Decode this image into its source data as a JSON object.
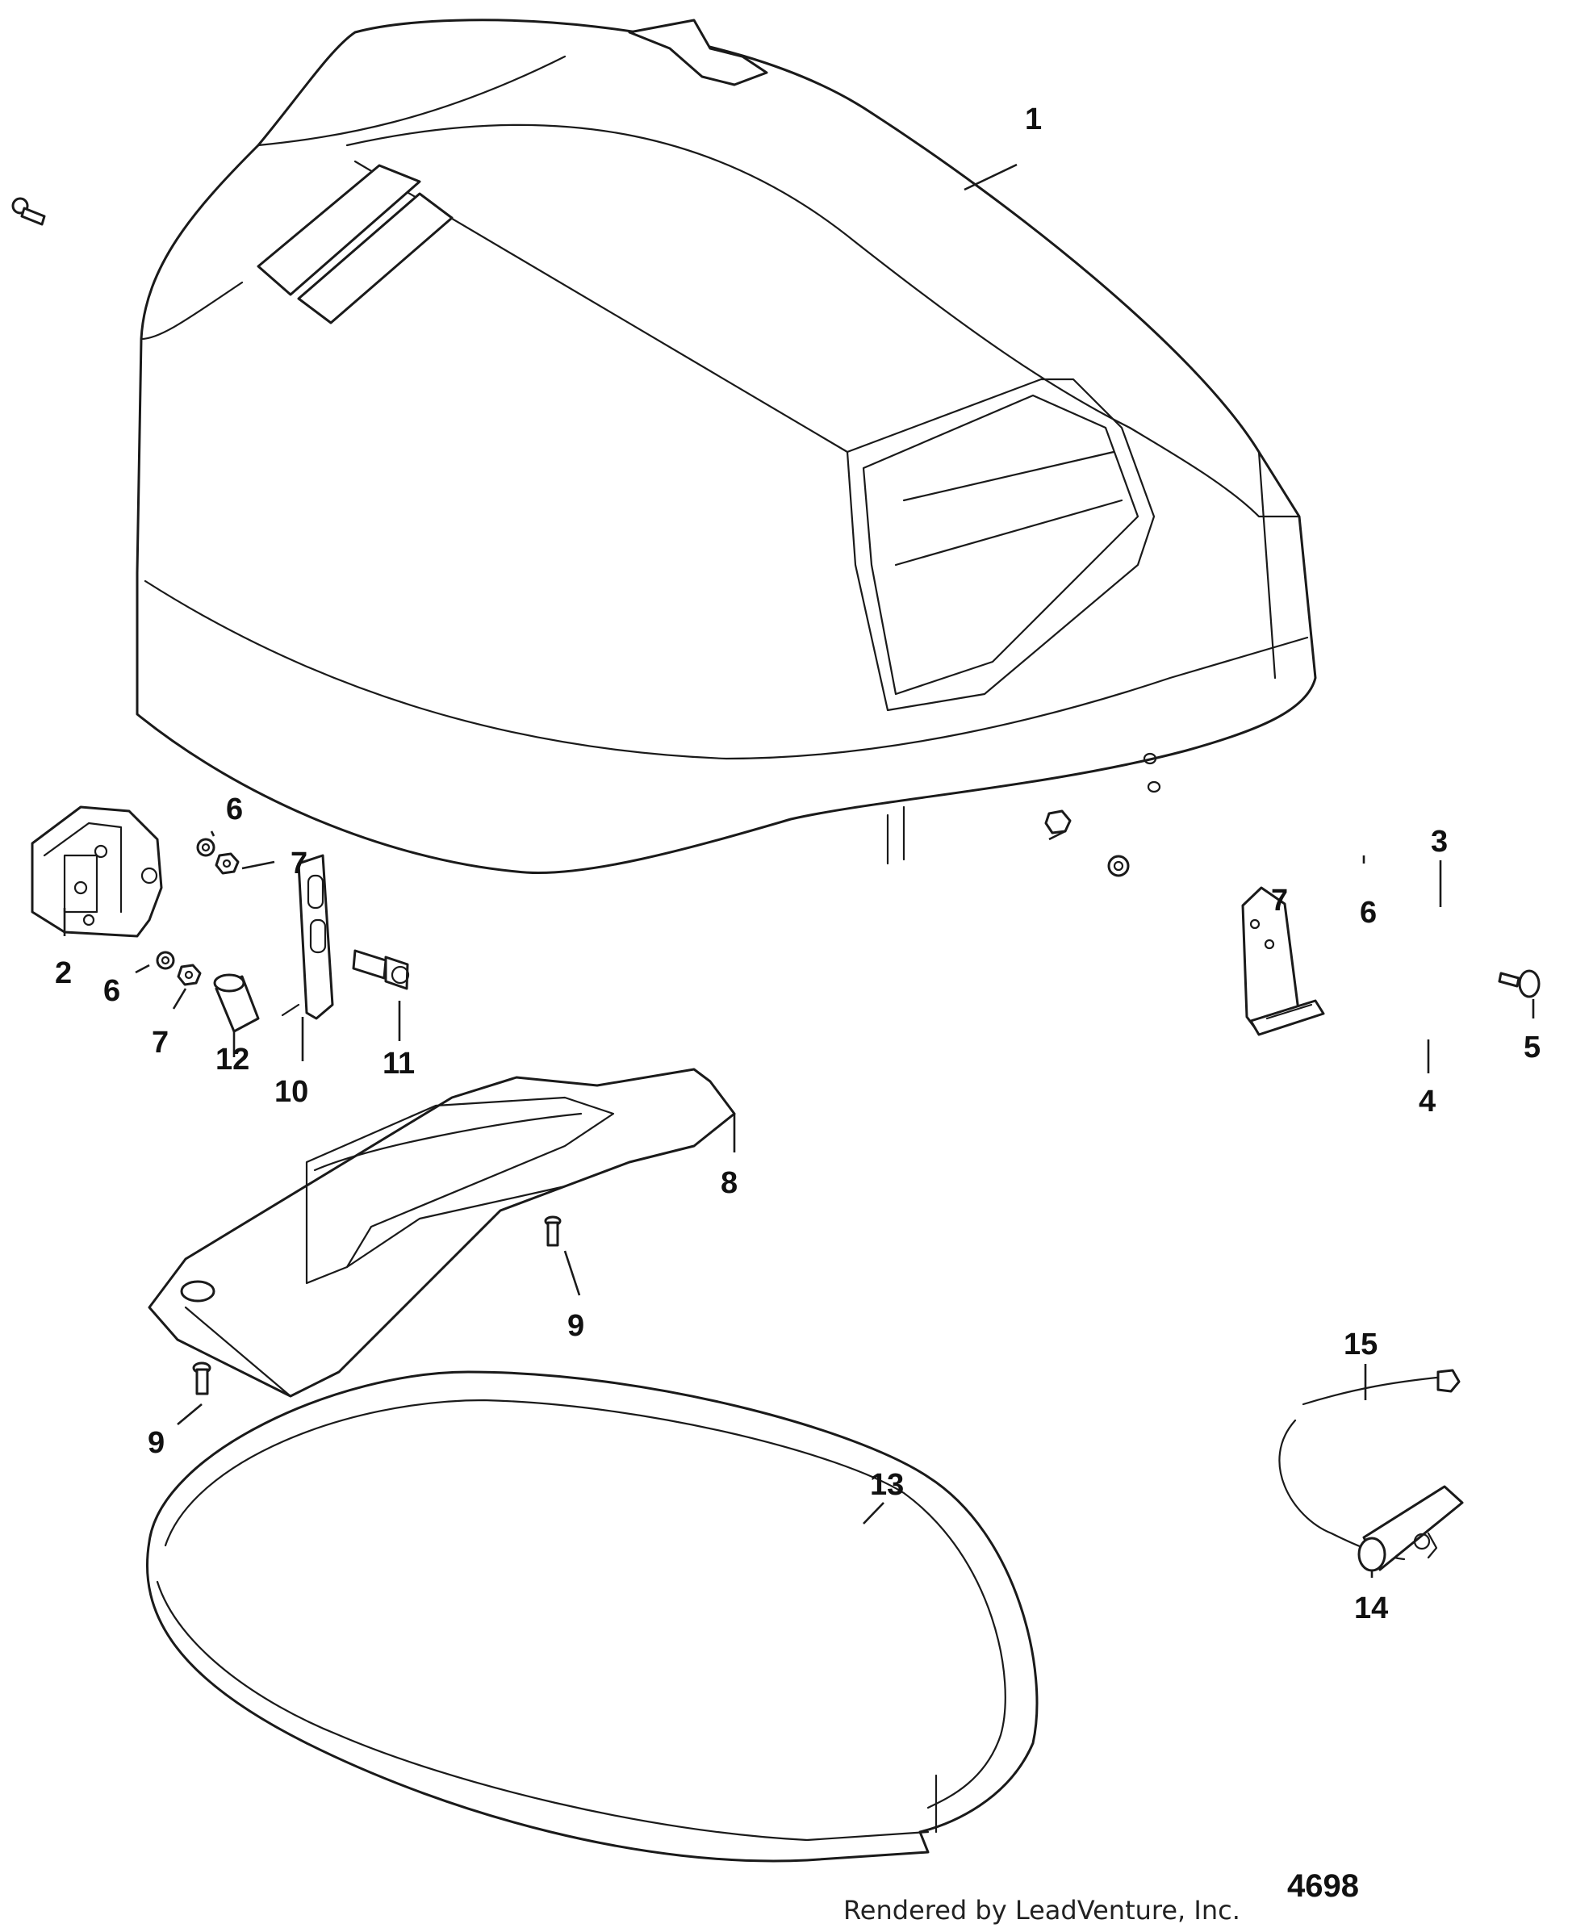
{
  "callouts": {
    "c1": "1",
    "c2": "2",
    "c3": "3",
    "c4": "4",
    "c5": "5",
    "c6a": "6",
    "c6b": "6",
    "c6c": "6",
    "c7a": "7",
    "c7b": "7",
    "c7c": "7",
    "c8": "8",
    "c9a": "9",
    "c9b": "9",
    "c10": "10",
    "c11": "11",
    "c12": "12",
    "c13": "13",
    "c14": "14",
    "c15": "15"
  },
  "footer": {
    "figure_number": "4698",
    "credit": "Rendered by LeadVenture, Inc."
  }
}
